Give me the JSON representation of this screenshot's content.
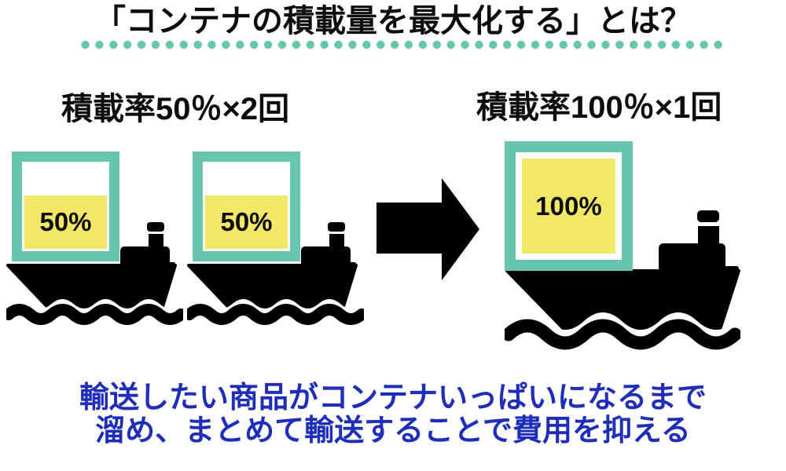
{
  "colors": {
    "teal": "#68c6af",
    "yellow": "#f2e766",
    "ink": "#0d0d0d",
    "blue": "#1e2eb8"
  },
  "header": {
    "title": "「コンテナの積載量を最大化する」とは？"
  },
  "before": {
    "label": "積載率50％×2回",
    "ship1_load": "50%",
    "ship2_load": "50%"
  },
  "after": {
    "label": "積載率100％×1回",
    "ship_load": "100%"
  },
  "caption": {
    "line1": "輸送したい商品がコンテナいっぱいになるまで",
    "line2": "溜め、まとめて輸送することで費用を抑える"
  }
}
